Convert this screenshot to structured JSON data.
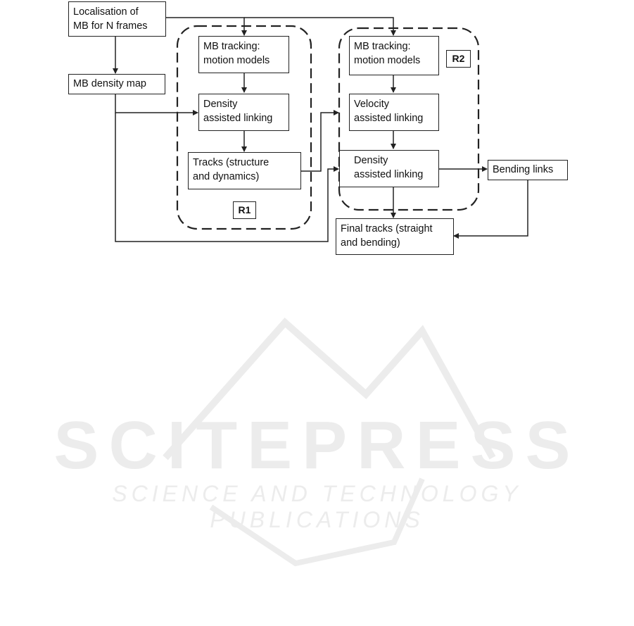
{
  "nodes": {
    "localisation": "Localisation of\nMB for N frames",
    "density_map": "MB density map",
    "r1_tracking": "MB tracking:\nmotion models",
    "r1_density_linking": "Density\nassisted linking",
    "r1_tracks": "Tracks (structure\nand dynamics)",
    "r2_tracking": "MB tracking:\nmotion models",
    "r2_velocity_linking": "Velocity\nassisted linking",
    "r2_density_linking": "Density\nassisted linking",
    "bending_links": "Bending links",
    "final_tracks": "Final tracks (straight\nand bending)"
  },
  "regions": {
    "r1": "R1",
    "r2": "R2"
  },
  "watermark": {
    "main": "SCITEPRESS",
    "sub": "SCIENCE AND TECHNOLOGY PUBLICATIONS"
  },
  "colors": {
    "line": "#222222",
    "watermark": "#ececec"
  }
}
